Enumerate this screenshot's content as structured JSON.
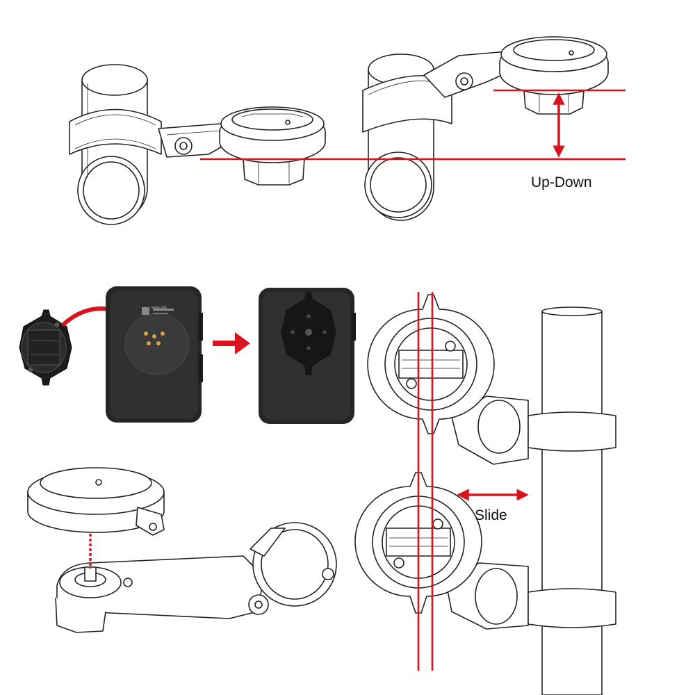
{
  "labels": {
    "up_down": "Up-Down",
    "slide": "Slide",
    "computer_brand_tag": "Edge 130"
  },
  "colors": {
    "accent_red": "#d9141e",
    "line_art": "#222222",
    "device_body": "#262626",
    "mount_black": "#1c1c1c"
  }
}
